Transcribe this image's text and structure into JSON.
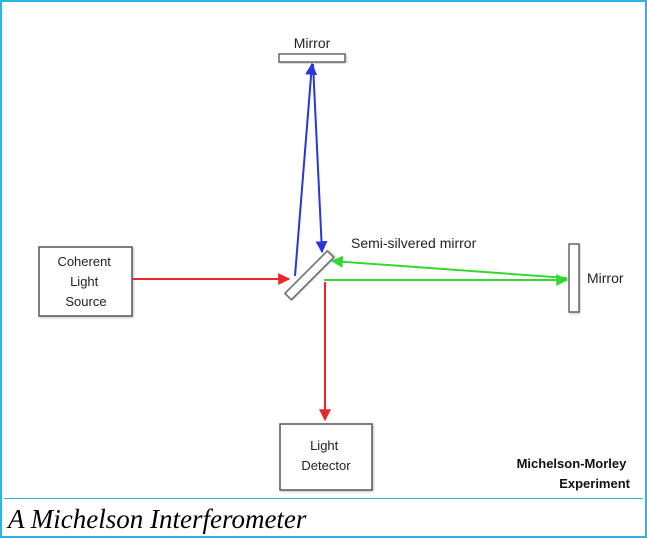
{
  "diagram": {
    "top_mirror_label": "Mirror",
    "right_mirror_label": "Mirror",
    "beam_splitter_label": "Semi-silvered mirror",
    "source_label_lines": [
      "Coherent",
      "Light",
      "Source"
    ],
    "detector_label_lines": [
      "Light",
      "Detector"
    ],
    "experiment_title_lines": [
      "Michelson-Morley",
      "Experiment"
    ],
    "colors": {
      "source_beam": "#e8262b",
      "vertical_arm_beam": "#2b37d4",
      "horizontal_arm_beam": "#35d831"
    }
  },
  "caption": "A Michelson Interferometer"
}
